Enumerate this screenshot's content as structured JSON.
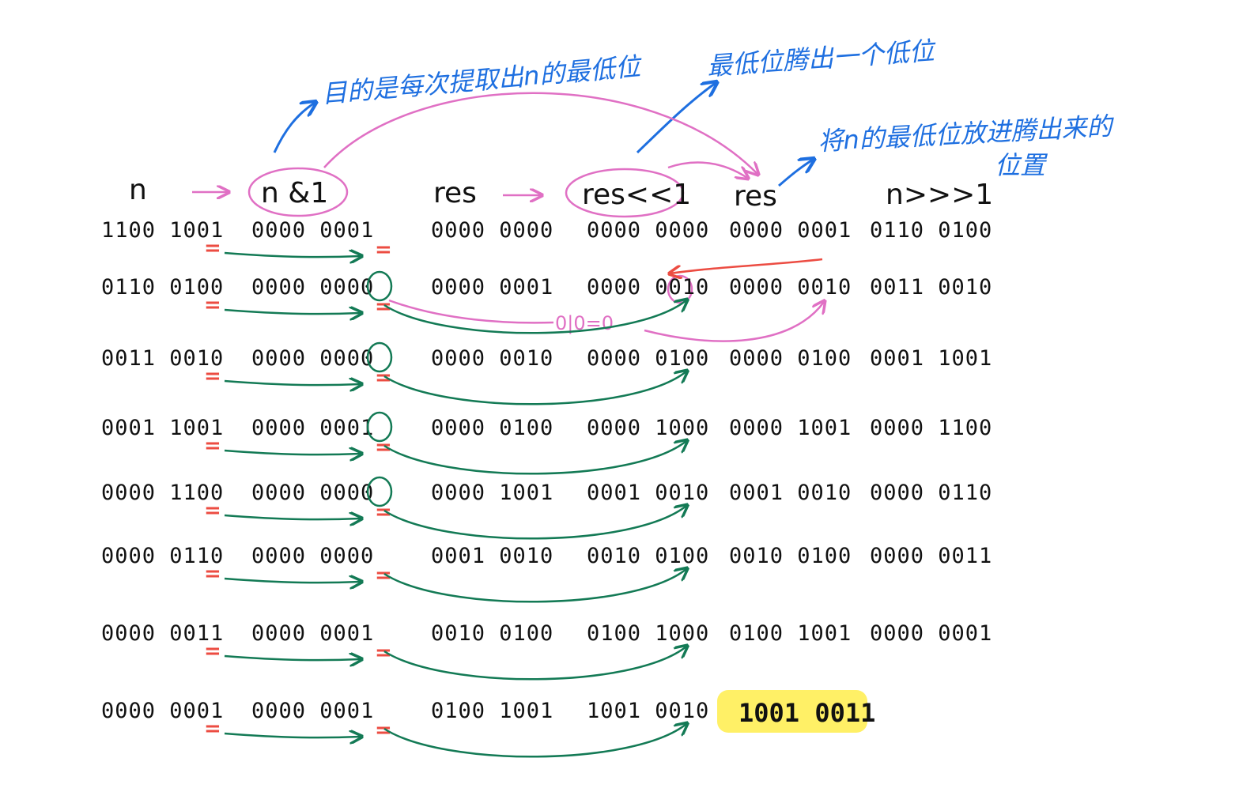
{
  "colors": {
    "ink": "#111111",
    "note_blue": "#1e6fe0",
    "pink": "#e070c4",
    "green": "#137a55",
    "red": "#ec4c42",
    "highlight": "#fff066"
  },
  "headers": {
    "n": "n",
    "n_and_1": "n &1",
    "res": "res",
    "res_shift": "res<<1",
    "res_new": "res",
    "n_shift": "n>>>1"
  },
  "notes": {
    "goal": "目的是每次提取出n的最低位",
    "vacate": "最低位腾出一个低位",
    "place_line1": "将n的最低位放进腾出来的",
    "place_line2": "位置",
    "or_note": "0|0=0"
  },
  "rows": [
    {
      "n": "1100 1001",
      "n_and_1": "0000 0001",
      "res": "0000 0000",
      "res_shift": "0000 0000",
      "res_new": "0000 0001",
      "n_shift": "0110 0100"
    },
    {
      "n": "0110 0100",
      "n_and_1": "0000 0000",
      "res": "0000 0001",
      "res_shift": "0000 0010",
      "res_new": "0000 0010",
      "n_shift": "0011 0010"
    },
    {
      "n": "0011 0010",
      "n_and_1": "0000 0000",
      "res": "0000 0010",
      "res_shift": "0000 0100",
      "res_new": "0000 0100",
      "n_shift": "0001 1001"
    },
    {
      "n": "0001 1001",
      "n_and_1": "0000 0001",
      "res": "0000 0100",
      "res_shift": "0000 1000",
      "res_new": "0000 1001",
      "n_shift": "0000 1100"
    },
    {
      "n": "0000 1100",
      "n_and_1": "0000 0000",
      "res": "0000 1001",
      "res_shift": "0001 0010",
      "res_new": "0001 0010",
      "n_shift": "0000 0110"
    },
    {
      "n": "0000 0110",
      "n_and_1": "0000 0000",
      "res": "0001 0010",
      "res_shift": "0010 0100",
      "res_new": "0010 0100",
      "n_shift": "0000 0011"
    },
    {
      "n": "0000 0011",
      "n_and_1": "0000 0001",
      "res": "0010 0100",
      "res_shift": "0100 1000",
      "res_new": "0100 1001",
      "n_shift": "0000 0001"
    },
    {
      "n": "0000 0001",
      "n_and_1": "0000 0001",
      "res": "0100 1001",
      "res_shift": "1001 0010",
      "res_new": "1001 0011",
      "n_shift": ""
    }
  ]
}
